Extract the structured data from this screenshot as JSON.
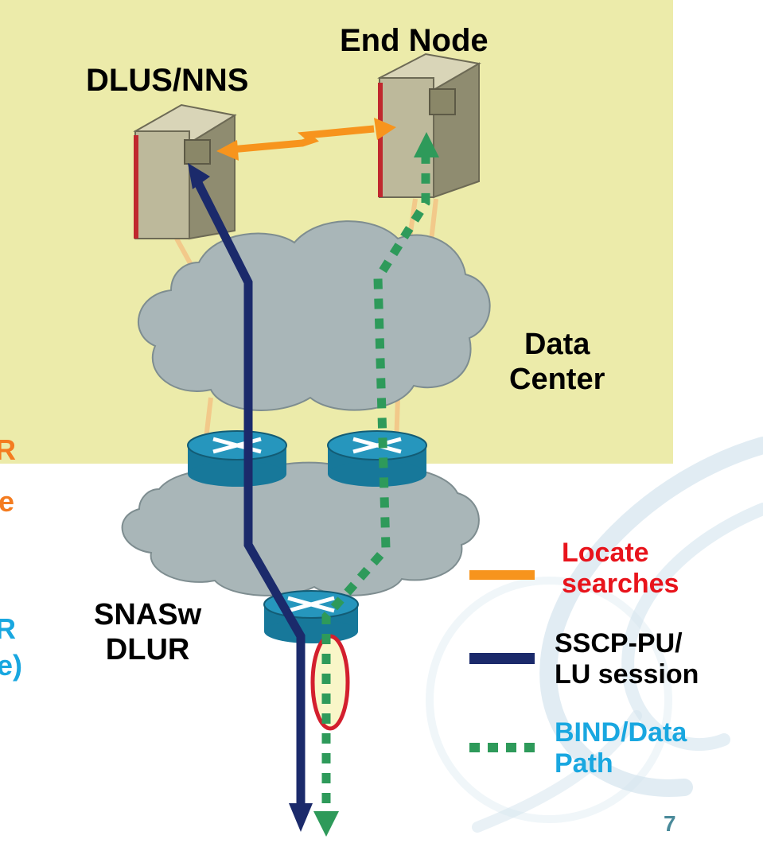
{
  "labels": {
    "dlus_nns": "DLUS/NNS",
    "end_node": "End Node",
    "data_center_line1": "Data",
    "data_center_line2": "Center",
    "snasw_line1": "SNASw",
    "snasw_line2": "DLUR",
    "left_edge_orange_1": "R",
    "left_edge_orange_2": "e",
    "left_edge_blue_1": "R",
    "left_edge_blue_2": "e)"
  },
  "legend": {
    "locate_line1": "Locate",
    "locate_line2": "searches",
    "sscp_line1": "SSCP-PU/",
    "sscp_line2": "LU session",
    "bind_line1": "BIND/Data",
    "bind_line2": "Path"
  },
  "page_number": "7",
  "colors": {
    "data_center_bg": "#ecebaa",
    "cloud": "#a9b6b8",
    "router": "#1f86a8",
    "locate": "#f7941d",
    "sscp": "#1b2a6b",
    "bind": "#2e9a5a",
    "ellipse": "#d31f2e",
    "swirl": "#cfe0ea"
  },
  "icons": {
    "server": "server-icon",
    "router": "router-icon",
    "cloud": "cloud-icon"
  }
}
